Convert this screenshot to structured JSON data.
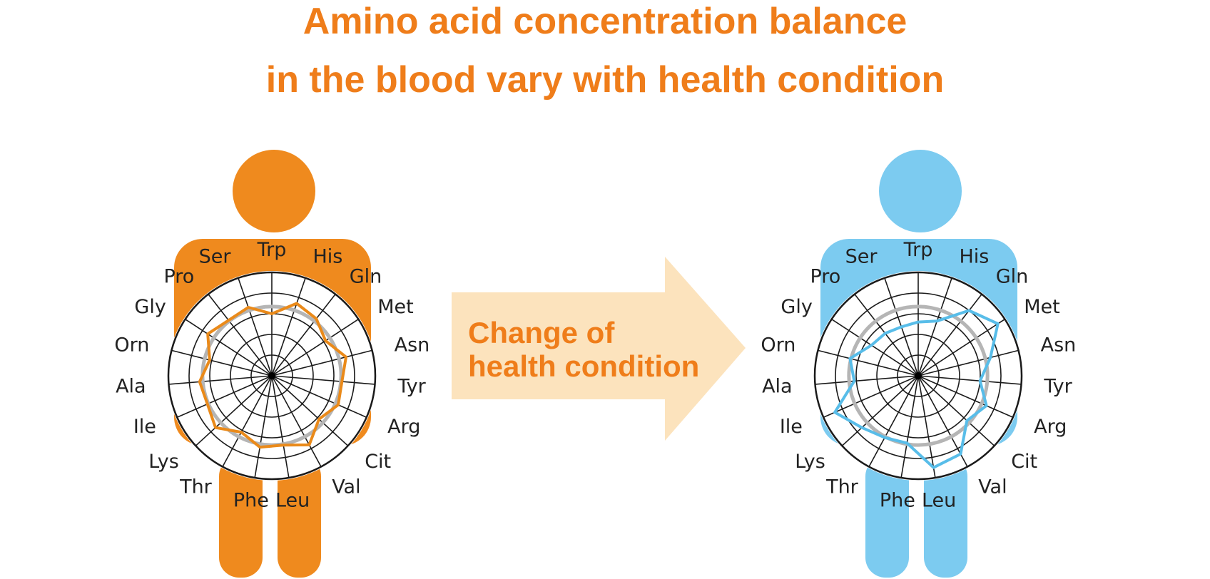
{
  "title_line1": "Amino acid concentration balance",
  "title_line2": "in the blood vary with health condition",
  "arrow": {
    "line1": "Change of",
    "line2": "health condition",
    "color": "#fce3bd"
  },
  "colors": {
    "title": "#ef7d1a",
    "healthy_figure": "#ef8a1e",
    "healthy_line": "#ea8a1a",
    "changed_figure": "#7ccbf0",
    "changed_line": "#58bde9",
    "baseline": "#b5b5b5",
    "grid": "#1a1a1a"
  },
  "chart_data": [
    {
      "type": "radar",
      "axes": [
        "Trp",
        "His",
        "Gln",
        "Met",
        "Asn",
        "Tyr",
        "Arg",
        "Cit",
        "Val",
        "Leu",
        "Phe",
        "Thr",
        "Lys",
        "Ile",
        "Ala",
        "Orn",
        "Gly",
        "Pro",
        "Ser"
      ],
      "rings": 5,
      "range": [
        0,
        5
      ],
      "baseline_value": 3.35,
      "series": [
        {
          "values": [
            3.0,
            3.7,
            3.5,
            3.1,
            3.7,
            3.4,
            3.5,
            3.1,
            3.8,
            3.4,
            3.5,
            3.1,
            3.7,
            3.4,
            3.5,
            3.1,
            3.7,
            3.4,
            3.5
          ]
        }
      ]
    },
    {
      "type": "radar",
      "axes": [
        "Trp",
        "His",
        "Gln",
        "Met",
        "Asn",
        "Tyr",
        "Arg",
        "Cit",
        "Val",
        "Leu",
        "Phe",
        "Thr",
        "Lys",
        "Ile",
        "Ala",
        "Orn",
        "Gly",
        "Pro",
        "Ser"
      ],
      "rings": 5,
      "range": [
        0,
        5
      ],
      "baseline_value": 3.35,
      "series": [
        {
          "values": [
            2.6,
            2.8,
            4.0,
            4.6,
            3.6,
            3.0,
            3.6,
            3.2,
            4.3,
            4.5,
            3.3,
            3.4,
            3.7,
            4.4,
            3.1,
            3.4,
            2.7,
            2.6,
            2.5
          ]
        }
      ]
    }
  ]
}
